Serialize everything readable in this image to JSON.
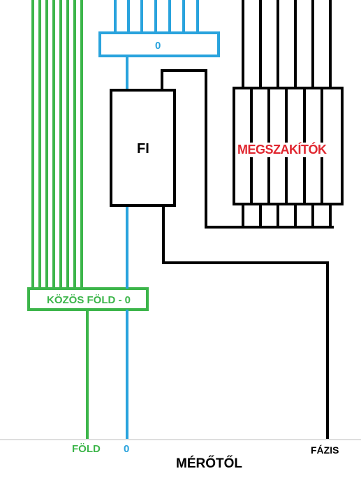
{
  "colors": {
    "green": "#3cb54a",
    "blue": "#29a3dd",
    "black": "#000000",
    "red": "#e0262f",
    "baseline": "#d4d4d4"
  },
  "labels": {
    "neutral_bar": "0",
    "fi_box": "FI",
    "breakers": "MEGSZAKÍTÓK",
    "ground_bar": "KÖZÖS FÖLD - 0",
    "bottom_ground": "FÖLD",
    "bottom_neutral": "0",
    "bottom_phase": "FÁZIS",
    "meter_caption": "MÉRŐTŐL"
  }
}
